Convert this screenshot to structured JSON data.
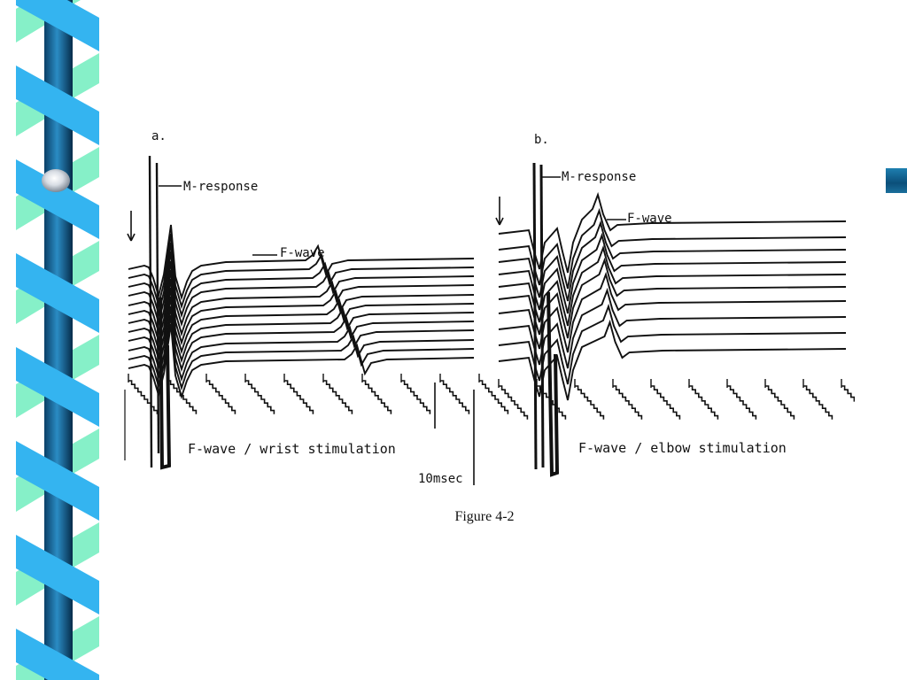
{
  "panel_a": {
    "letter": "a.",
    "m_response_label": "M-response",
    "f_wave_label": "F-wave",
    "caption": "F-wave / wrist stimulation",
    "calibration_label": "10msec"
  },
  "panel_b": {
    "letter": "b.",
    "m_response_label": "M-response",
    "f_wave_label": "F-wave",
    "caption": "F-wave / elbow stimulation"
  },
  "figure_caption": "Figure 4-2",
  "colors": {
    "ribbon_cyan": "#34b4f0",
    "ribbon_mint": "#86f0c8",
    "ribbon_rod": "#0b4f7a",
    "trace": "#111111"
  },
  "icons": {
    "decoration": "ribbon-spiral-icon",
    "bead": "bead-icon",
    "tab": "tab-icon"
  }
}
